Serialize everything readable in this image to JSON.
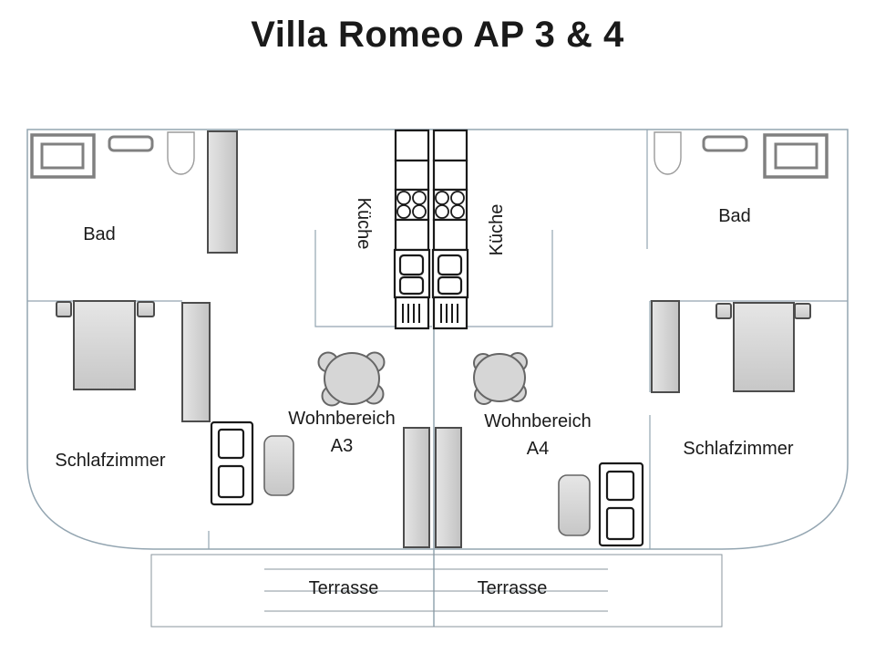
{
  "title": "Villa Romeo AP 3 & 4",
  "rooms": {
    "bad_left": "Bad",
    "bad_right": "Bad",
    "kueche_left": "Küche",
    "kueche_right": "Küche",
    "schlafzimmer_left": "Schlafzimmer",
    "schlafzimmer_right": "Schlafzimmer",
    "wohnbereich_a3_line1": "Wohnbereich",
    "wohnbereich_a3_line2": "A3",
    "wohnbereich_a4_line1": "Wohnbereich",
    "wohnbereich_a4_line2": "A4",
    "terrasse_left": "Terrasse",
    "terrasse_right": "Terrasse"
  },
  "colors": {
    "text": "#1a1a1a",
    "wall": "#93a5b1",
    "ink": "#1a1a1a",
    "fixture": "#808080",
    "furn_border": "#4d4d4d",
    "terrace_grid": "#8a959c"
  }
}
